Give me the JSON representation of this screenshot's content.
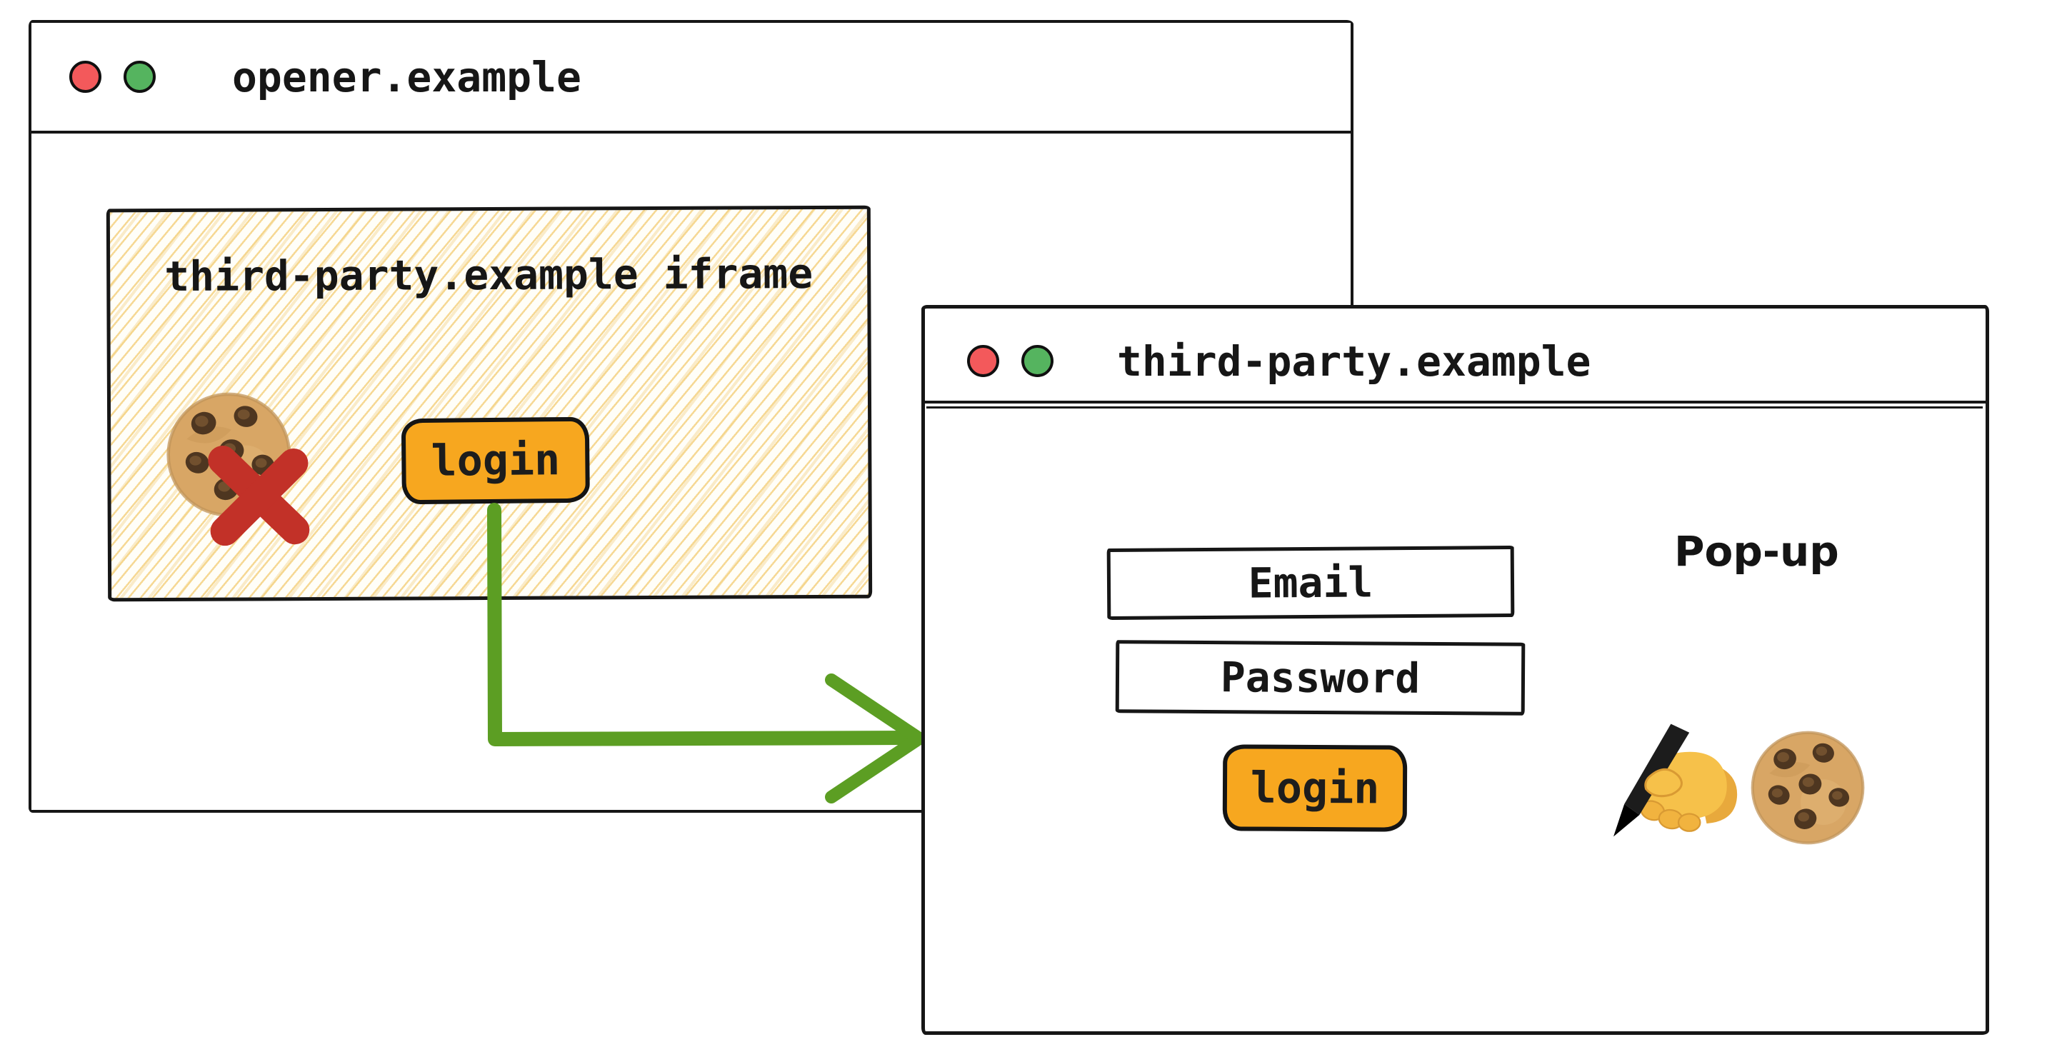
{
  "opener_window": {
    "title": "opener.example",
    "window_controls": [
      {
        "name": "red-dot",
        "color": "#F3595B"
      },
      {
        "name": "green-dot",
        "color": "#55B45F"
      }
    ],
    "iframe": {
      "label": "third-party.example iframe",
      "login_button_label": "login",
      "cookie_icon": "cookie-icon",
      "blocked_icon": "blocked-x-icon"
    }
  },
  "popup_window": {
    "title": "third-party.example",
    "annotation": "Pop-up",
    "window_controls": [
      {
        "name": "red-dot",
        "color": "#F3595B"
      },
      {
        "name": "green-dot",
        "color": "#55B45F"
      }
    ],
    "fields": [
      {
        "label": "Email"
      },
      {
        "label": "Password"
      }
    ],
    "login_button_label": "login",
    "decoration_icons": [
      "writing-hand-icon",
      "cookie-icon"
    ]
  },
  "flow_arrow": {
    "name": "login-to-popup-arrow",
    "color": "#5C9E23"
  },
  "icons": {
    "cookie": "🍪",
    "writing_hand": "✍",
    "blocked_x": "✕",
    "arrow": "→",
    "window_dot": "●"
  },
  "colors": {
    "button_orange": "#F7A71F",
    "ink": "#161616",
    "hatch_line": "#F4D282",
    "dot_red": "#F3595B",
    "dot_green": "#55B45F",
    "blocked_red": "#C23128",
    "arrow_green": "#5C9E23"
  }
}
